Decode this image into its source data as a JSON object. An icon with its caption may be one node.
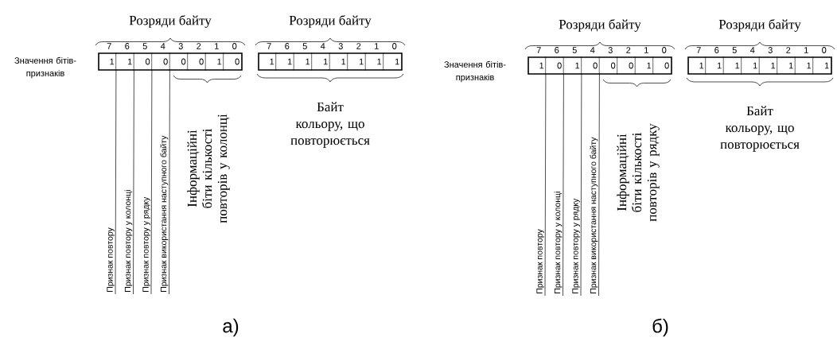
{
  "diagram": {
    "nodes": [
      {
        "text": [],
        "shape": "box"
      },
      {
        "text": [
          "1"
        ],
        "in": 0
      },
      {
        "text": [
          "1"
        ],
        "in": 0
      },
      {
        "text": [
          "0"
        ],
        "in": 0
      },
      {
        "text": [
          "0"
        ],
        "in": 0
      },
      {
        "text": [
          "0"
        ],
        "in": 0
      },
      {
        "text": [
          "0"
        ],
        "in": 0
      },
      {
        "text": [
          "1"
        ],
        "in": 0
      },
      {
        "text": [
          "0"
        ],
        "in": 0
      },
      {
        "text": [],
        "shape": "box"
      },
      {
        "text": [
          "1"
        ],
        "in": 9
      },
      {
        "text": [
          "1"
        ],
        "in": 9
      },
      {
        "text": [
          "1"
        ],
        "in": 9
      },
      {
        "text": [
          "1"
        ],
        "in": 9
      },
      {
        "text": [
          "1"
        ],
        "in": 9
      },
      {
        "text": [
          "1"
        ],
        "in": 9
      },
      {
        "text": [
          "1"
        ],
        "in": 9
      },
      {
        "text": [
          "1"
        ],
        "in": 9
      },
      {
        "text": [
          "Признак повтору"
        ]
      },
      {
        "text": [
          "Признак повтору у колонці"
        ]
      },
      {
        "text": [
          "Признак повтору у рядку"
        ]
      },
      {
        "text": [
          "Признак використання наступного байту"
        ]
      },
      {
        "text": [],
        "shape": "box"
      },
      {
        "text": [
          "1"
        ],
        "in": 22
      },
      {
        "text": [
          "0"
        ],
        "in": 22
      },
      {
        "text": [
          "1"
        ],
        "in": 22
      },
      {
        "text": [
          "0"
        ],
        "in": 22
      },
      {
        "text": [
          "0"
        ],
        "in": 22
      },
      {
        "text": [
          "0"
        ],
        "in": 22
      },
      {
        "text": [
          "1"
        ],
        "in": 22
      },
      {
        "text": [
          "0"
        ],
        "in": 22
      },
      {
        "text": [],
        "shape": "box"
      },
      {
        "text": [
          "1"
        ],
        "in": 31
      },
      {
        "text": [
          "1"
        ],
        "in": 31
      },
      {
        "text": [
          "1"
        ],
        "in": 31
      },
      {
        "text": [
          "1"
        ],
        "in": 31
      },
      {
        "text": [
          "1"
        ],
        "in": 31
      },
      {
        "text": [
          "1"
        ],
        "in": 31
      },
      {
        "text": [
          "1"
        ],
        "in": 31
      },
      {
        "text": [
          "1"
        ],
        "in": 31
      },
      {
        "text": [
          "Признак повтору"
        ]
      },
      {
        "text": [
          "Признак повтору у колонці"
        ]
      },
      {
        "text": [
          "Признак повтору у рядку"
        ]
      },
      {
        "text": [
          "Признак використання наступного байту"
        ]
      }
    ],
    "edges": [
      {
        "from": 18,
        "to": 1,
        "arrow": "none"
      },
      {
        "from": 19,
        "to": 2,
        "arrow": "none"
      },
      {
        "from": 20,
        "to": 3,
        "arrow": "none"
      },
      {
        "from": 21,
        "to": 4,
        "arrow": "none"
      },
      {
        "from": 40,
        "to": 23,
        "arrow": "none"
      },
      {
        "from": 41,
        "to": 24,
        "arrow": "none"
      },
      {
        "from": 42,
        "to": 25,
        "arrow": "none"
      },
      {
        "from": 43,
        "to": 26,
        "arrow": "none"
      }
    ],
    "labels": [
      "Розряди байту",
      "Розряди байту",
      "7",
      "6",
      "5",
      "4",
      "3",
      "2",
      "1",
      "0",
      "7",
      "6",
      "5",
      "4",
      "3",
      "2",
      "1",
      "0",
      "Значення бітів-признаків",
      "Інформаційні біти кількості повторів у колонці",
      "Байт кольору, що повторюється",
      "а)",
      "Розряди байту",
      "Розряди байту",
      "7",
      "6",
      "5",
      "4",
      "3",
      "2",
      "1",
      "0",
      "7",
      "6",
      "5",
      "4",
      "3",
      "2",
      "1",
      "0",
      "Значення бітів-признаків",
      "Інформаційні біти кількості повторів у рядку",
      "Байт кольору, що повторюється",
      "б)"
    ]
  }
}
